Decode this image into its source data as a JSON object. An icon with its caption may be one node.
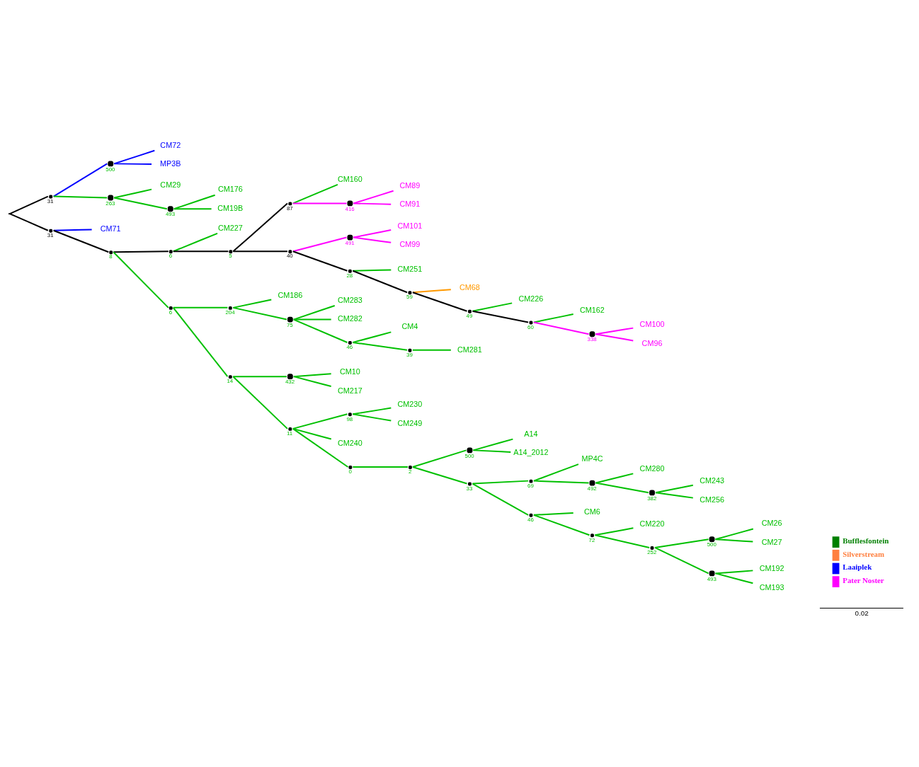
{
  "diagram": {
    "nodes": [
      {
        "text": [],
        "shape": "point"
      },
      {
        "text": [],
        "shape": "circle",
        "beside": [
          "31"
        ]
      },
      {
        "text": [],
        "shape": "circle",
        "beside": [
          "500"
        ]
      },
      {
        "text": [
          "CM72"
        ]
      },
      {
        "text": [
          "MP3B"
        ]
      },
      {
        "text": [],
        "shape": "circle",
        "beside": [
          "263"
        ]
      },
      {
        "text": [
          "CM29"
        ]
      },
      {
        "text": [],
        "shape": "circle",
        "beside": [
          "493"
        ]
      },
      {
        "text": [
          "CM176"
        ]
      },
      {
        "text": [
          "CM19B"
        ]
      },
      {
        "text": [],
        "shape": "circle",
        "beside": [
          "31"
        ]
      },
      {
        "text": [
          "CM71"
        ]
      },
      {
        "text": [],
        "shape": "circle",
        "beside": [
          "8"
        ]
      },
      {
        "text": [],
        "shape": "circle",
        "beside": [
          "6"
        ]
      },
      {
        "text": [
          "CM227"
        ]
      },
      {
        "text": [],
        "shape": "circle",
        "beside": [
          "5"
        ]
      },
      {
        "text": [],
        "shape": "circle",
        "beside": [
          "87"
        ]
      },
      {
        "text": [
          "CM160"
        ]
      },
      {
        "text": [],
        "shape": "circle",
        "beside": [
          "416"
        ]
      },
      {
        "text": [
          "CM89"
        ]
      },
      {
        "text": [
          "CM91"
        ]
      },
      {
        "text": [],
        "shape": "circle",
        "beside": [
          "40"
        ]
      },
      {
        "text": [],
        "shape": "circle",
        "beside": [
          "491"
        ]
      },
      {
        "text": [
          "CM101"
        ]
      },
      {
        "text": [
          "CM99"
        ]
      },
      {
        "text": [],
        "shape": "circle",
        "beside": [
          "28"
        ]
      },
      {
        "text": [
          "CM251"
        ]
      },
      {
        "text": [],
        "shape": "circle",
        "beside": [
          "59"
        ]
      },
      {
        "text": [
          "CM68"
        ]
      },
      {
        "text": [],
        "shape": "circle",
        "beside": [
          "49"
        ]
      },
      {
        "text": [
          "CM226"
        ]
      },
      {
        "text": [],
        "shape": "circle",
        "beside": [
          "60"
        ]
      },
      {
        "text": [
          "CM162"
        ]
      },
      {
        "text": [],
        "shape": "circle",
        "beside": [
          "338"
        ]
      },
      {
        "text": [
          "CM100"
        ]
      },
      {
        "text": [
          "CM96"
        ]
      },
      {
        "text": [],
        "shape": "circle",
        "beside": [
          "6"
        ]
      },
      {
        "text": [],
        "shape": "circle",
        "beside": [
          "204"
        ]
      },
      {
        "text": [
          "CM186"
        ]
      },
      {
        "text": [],
        "shape": "circle",
        "beside": [
          "75"
        ]
      },
      {
        "text": [
          "CM283"
        ]
      },
      {
        "text": [
          "CM282"
        ]
      },
      {
        "text": [],
        "shape": "circle",
        "beside": [
          "46"
        ]
      },
      {
        "text": [
          "CM4"
        ]
      },
      {
        "text": [],
        "shape": "circle",
        "beside": [
          "39"
        ]
      },
      {
        "text": [
          "CM281"
        ]
      },
      {
        "text": [],
        "shape": "circle",
        "beside": [
          "14"
        ]
      },
      {
        "text": [],
        "shape": "circle",
        "beside": [
          "432"
        ]
      },
      {
        "text": [
          "CM10"
        ]
      },
      {
        "text": [
          "CM217"
        ]
      },
      {
        "text": [],
        "shape": "circle",
        "beside": [
          "11"
        ]
      },
      {
        "text": [],
        "shape": "circle",
        "beside": [
          "98"
        ]
      },
      {
        "text": [
          "CM230"
        ]
      },
      {
        "text": [
          "CM249"
        ]
      },
      {
        "text": [
          "CM240"
        ]
      },
      {
        "text": [],
        "shape": "circle",
        "beside": [
          "0"
        ]
      },
      {
        "text": [],
        "shape": "circle",
        "beside": [
          "2"
        ]
      },
      {
        "text": [],
        "shape": "circle",
        "beside": [
          "500"
        ]
      },
      {
        "text": [
          "A14"
        ]
      },
      {
        "text": [
          "A14_2012"
        ]
      },
      {
        "text": [],
        "shape": "circle",
        "beside": [
          "33"
        ]
      },
      {
        "text": [],
        "shape": "circle",
        "beside": [
          "69"
        ]
      },
      {
        "text": [
          "MP4C"
        ]
      },
      {
        "text": [],
        "shape": "circle",
        "beside": [
          "492"
        ]
      },
      {
        "text": [
          "CM280"
        ]
      },
      {
        "text": [],
        "shape": "circle",
        "beside": [
          "382"
        ]
      },
      {
        "text": [
          "CM243"
        ]
      },
      {
        "text": [
          "CM256"
        ]
      },
      {
        "text": [],
        "shape": "circle",
        "beside": [
          "46"
        ]
      },
      {
        "text": [
          "CM6"
        ]
      },
      {
        "text": [],
        "shape": "circle",
        "beside": [
          "72"
        ]
      },
      {
        "text": [
          "CM220"
        ]
      },
      {
        "text": [],
        "shape": "circle",
        "beside": [
          "252"
        ]
      },
      {
        "text": [],
        "shape": "circle",
        "beside": [
          "500"
        ]
      },
      {
        "text": [
          "CM26"
        ]
      },
      {
        "text": [
          "CM27"
        ]
      },
      {
        "text": [],
        "shape": "circle",
        "beside": [
          "493"
        ]
      },
      {
        "text": [
          "CM192"
        ]
      },
      {
        "text": [
          "CM193"
        ]
      }
    ],
    "edges": [
      {
        "from": 0,
        "to": 1,
        "arrow": "none",
        "color": "#000000"
      },
      {
        "from": 0,
        "to": 10,
        "arrow": "none",
        "color": "#000000"
      },
      {
        "from": 1,
        "to": 2,
        "arrow": "none",
        "color": "#0000ff"
      },
      {
        "from": 1,
        "to": 5,
        "arrow": "none"
      },
      {
        "from": 2,
        "to": 3,
        "arrow": "none",
        "color": "#0000ff"
      },
      {
        "from": 2,
        "to": 4,
        "arrow": "none",
        "color": "#0000ff"
      },
      {
        "from": 5,
        "to": 6,
        "arrow": "none"
      },
      {
        "from": 5,
        "to": 7,
        "arrow": "none"
      },
      {
        "from": 7,
        "to": 8,
        "arrow": "none"
      },
      {
        "from": 7,
        "to": 9,
        "arrow": "none"
      },
      {
        "from": 10,
        "to": 11,
        "arrow": "none",
        "color": "#0000ff"
      },
      {
        "from": 10,
        "to": 12,
        "arrow": "none",
        "color": "#000000"
      },
      {
        "from": 12,
        "to": 13,
        "arrow": "none",
        "color": "#000000"
      },
      {
        "from": 12,
        "to": 36,
        "arrow": "none"
      },
      {
        "from": 13,
        "to": 14,
        "arrow": "none"
      },
      {
        "from": 13,
        "to": 15,
        "arrow": "none",
        "color": "#000000"
      },
      {
        "from": 15,
        "to": 16,
        "arrow": "none",
        "color": "#000000"
      },
      {
        "from": 15,
        "to": 21,
        "arrow": "none",
        "color": "#000000"
      },
      {
        "from": 16,
        "to": 17,
        "arrow": "none"
      },
      {
        "from": 16,
        "to": 18,
        "arrow": "none",
        "color": "#ff00ff"
      },
      {
        "from": 18,
        "to": 19,
        "arrow": "none",
        "color": "#ff00ff"
      },
      {
        "from": 18,
        "to": 20,
        "arrow": "none",
        "color": "#ff00ff"
      },
      {
        "from": 21,
        "to": 22,
        "arrow": "none",
        "color": "#ff00ff"
      },
      {
        "from": 21,
        "to": 25,
        "arrow": "none",
        "color": "#000000"
      },
      {
        "from": 22,
        "to": 23,
        "arrow": "none",
        "color": "#ff00ff"
      },
      {
        "from": 22,
        "to": 24,
        "arrow": "none",
        "color": "#ff00ff"
      },
      {
        "from": 25,
        "to": 26,
        "arrow": "none"
      },
      {
        "from": 25,
        "to": 27,
        "arrow": "none",
        "color": "#000000"
      },
      {
        "from": 27,
        "to": 28,
        "arrow": "none",
        "color": "#ff9900"
      },
      {
        "from": 27,
        "to": 29,
        "arrow": "none",
        "color": "#000000"
      },
      {
        "from": 29,
        "to": 30,
        "arrow": "none"
      },
      {
        "from": 29,
        "to": 31,
        "arrow": "none",
        "color": "#000000"
      },
      {
        "from": 31,
        "to": 32,
        "arrow": "none"
      },
      {
        "from": 31,
        "to": 33,
        "arrow": "none",
        "color": "#ff00ff"
      },
      {
        "from": 33,
        "to": 34,
        "arrow": "none",
        "color": "#ff00ff"
      },
      {
        "from": 33,
        "to": 35,
        "arrow": "none",
        "color": "#ff00ff"
      },
      {
        "from": 36,
        "to": 37,
        "arrow": "none"
      },
      {
        "from": 36,
        "to": 46,
        "arrow": "none"
      },
      {
        "from": 37,
        "to": 38,
        "arrow": "none"
      },
      {
        "from": 37,
        "to": 39,
        "arrow": "none"
      },
      {
        "from": 39,
        "to": 40,
        "arrow": "none"
      },
      {
        "from": 39,
        "to": 41,
        "arrow": "none"
      },
      {
        "from": 39,
        "to": 42,
        "arrow": "none"
      },
      {
        "from": 42,
        "to": 43,
        "arrow": "none"
      },
      {
        "from": 42,
        "to": 44,
        "arrow": "none"
      },
      {
        "from": 44,
        "to": 45,
        "arrow": "none"
      },
      {
        "from": 46,
        "to": 47,
        "arrow": "none"
      },
      {
        "from": 46,
        "to": 50,
        "arrow": "none"
      },
      {
        "from": 47,
        "to": 48,
        "arrow": "none"
      },
      {
        "from": 47,
        "to": 49,
        "arrow": "none"
      },
      {
        "from": 50,
        "to": 51,
        "arrow": "none"
      },
      {
        "from": 50,
        "to": 54,
        "arrow": "none"
      },
      {
        "from": 50,
        "to": 55,
        "arrow": "none"
      },
      {
        "from": 51,
        "to": 52,
        "arrow": "none"
      },
      {
        "from": 51,
        "to": 53,
        "arrow": "none"
      },
      {
        "from": 55,
        "to": 56,
        "arrow": "none"
      },
      {
        "from": 56,
        "to": 57,
        "arrow": "none"
      },
      {
        "from": 56,
        "to": 60,
        "arrow": "none"
      },
      {
        "from": 57,
        "to": 58,
        "arrow": "none"
      },
      {
        "from": 57,
        "to": 59,
        "arrow": "none"
      },
      {
        "from": 60,
        "to": 61,
        "arrow": "none"
      },
      {
        "from": 60,
        "to": 68,
        "arrow": "none"
      },
      {
        "from": 61,
        "to": 62,
        "arrow": "none"
      },
      {
        "from": 61,
        "to": 63,
        "arrow": "none"
      },
      {
        "from": 63,
        "to": 64,
        "arrow": "none"
      },
      {
        "from": 63,
        "to": 65,
        "arrow": "none"
      },
      {
        "from": 65,
        "to": 66,
        "arrow": "none"
      },
      {
        "from": 65,
        "to": 67,
        "arrow": "none"
      },
      {
        "from": 68,
        "to": 69,
        "arrow": "none"
      },
      {
        "from": 68,
        "to": 70,
        "arrow": "none"
      },
      {
        "from": 70,
        "to": 71,
        "arrow": "none"
      },
      {
        "from": 70,
        "to": 72,
        "arrow": "none"
      },
      {
        "from": 72,
        "to": 73,
        "arrow": "none"
      },
      {
        "from": 72,
        "to": 76,
        "arrow": "none"
      },
      {
        "from": 73,
        "to": 74,
        "arrow": "none"
      },
      {
        "from": 73,
        "to": 75,
        "arrow": "none"
      },
      {
        "from": 76,
        "to": 77,
        "arrow": "none"
      },
      {
        "from": 76,
        "to": 78,
        "arrow": "none"
      }
    ],
    "labels": [
      "0.02"
    ],
    "legend": [
      {
        "text": "Bufflesfontein",
        "color": "#008000"
      },
      {
        "text": "Silverstream",
        "color": "#ff8040"
      },
      {
        "text": "Laaiplek",
        "color": "#0000ff"
      },
      {
        "text": "Pater Noster",
        "color": "#ff00ff"
      }
    ]
  }
}
